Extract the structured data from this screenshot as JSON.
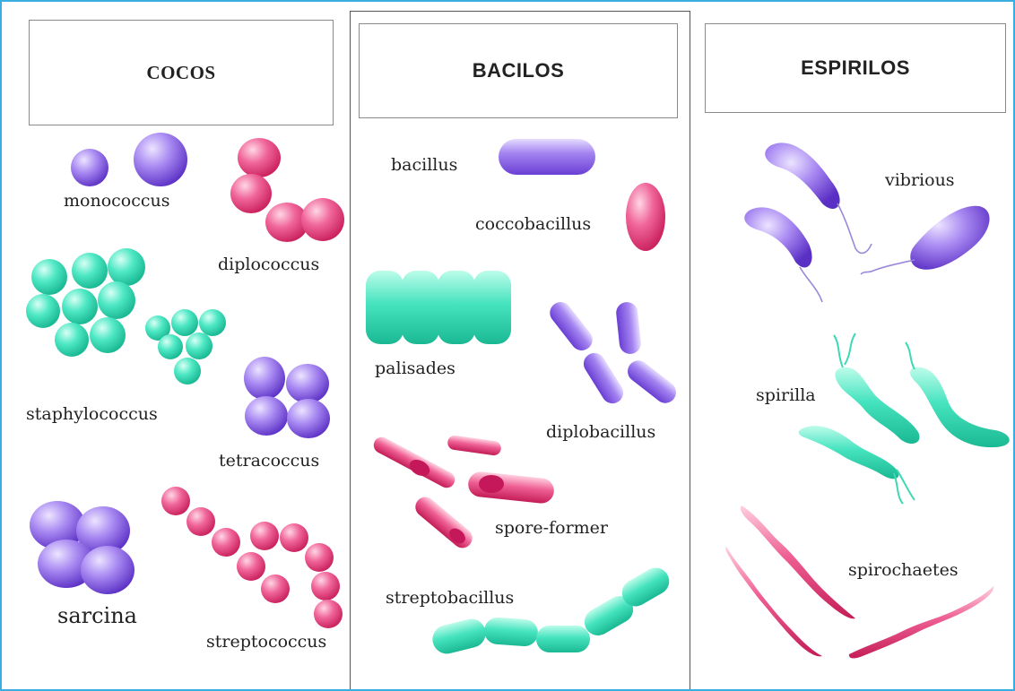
{
  "columns": [
    {
      "title": "COCOS"
    },
    {
      "title": "BACILOS"
    },
    {
      "title": "ESPIRILOS"
    }
  ],
  "labels": {
    "monococcus": "monococcus",
    "diplococcus": "diplococcus",
    "staphylococcus": "staphylococcus",
    "tetracoccus": "tetracoccus",
    "sarcina": "sarcina",
    "streptococcus": "streptococcus",
    "bacillus": "bacillus",
    "coccobacillus": "coccobacillus",
    "palisades": "palisades",
    "diplobacillus": "diplobacillus",
    "spore_former": "spore-former",
    "streptobacillus": "streptobacillus",
    "vibrious": "vibrious",
    "spirilla": "spirilla",
    "spirochaetes": "spirochaetes"
  },
  "colors": {
    "frame": "#3aaee0",
    "purple": "#8a63e6",
    "pink": "#e8457a",
    "teal": "#3fe0bd"
  }
}
